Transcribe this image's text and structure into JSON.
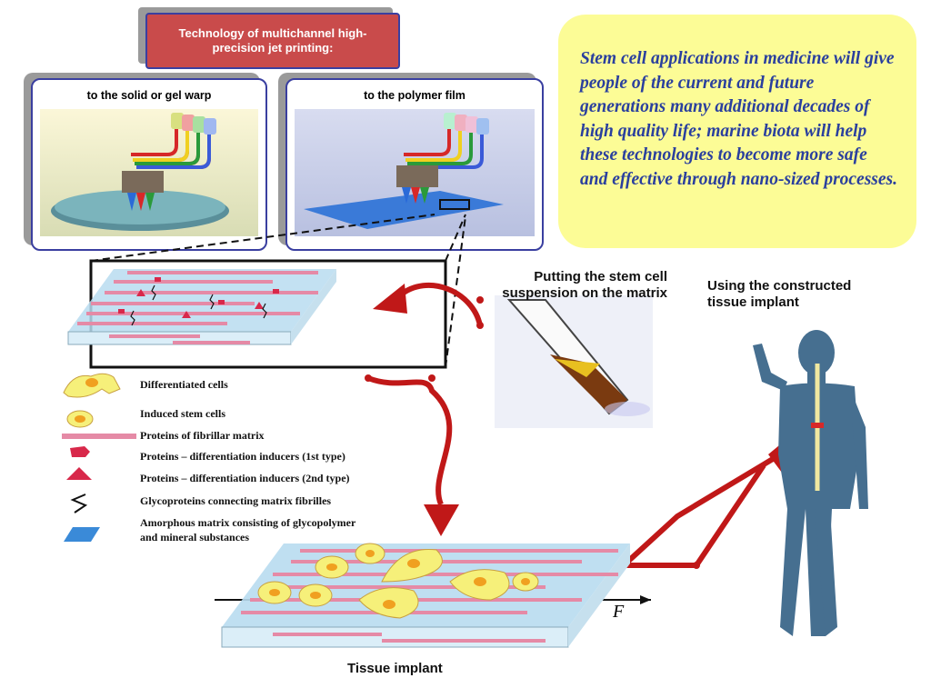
{
  "title": "Technology of multichannel high-precision jet printing:",
  "panels": [
    {
      "label": "to the solid or gel warp"
    },
    {
      "label": "to the polymer film"
    }
  ],
  "quote": "Stem cell applications in medicine will give people of the current and future generations many additional decades of high quality life; marine biota will help these technologies to become more safe and effective through nano-sized processes.",
  "labels": {
    "suspension": "Putting the stem cell suspension on the matrix",
    "implant_use": "Using the constructed tissue implant",
    "tissue_implant": "Tissue implant",
    "force": "F"
  },
  "legend": [
    {
      "label": "Differentiated cells",
      "icon": "differentiated-cell-icon"
    },
    {
      "label": "Induced stem cells",
      "icon": "stem-cell-icon"
    },
    {
      "label": "Proteins of fibrillar matrix",
      "icon": "fibril-icon"
    },
    {
      "label": "Proteins – differentiation inducers (1st type)",
      "icon": "inducer-1-icon"
    },
    {
      "label": "Proteins – differentiation inducers (2nd type)",
      "icon": "inducer-2-icon"
    },
    {
      "label": "Glycoproteins connecting matrix fibrilles",
      "icon": "glycoprotein-icon"
    },
    {
      "label": "Amorphous matrix  consisting of glycopolymer",
      "label2": "and mineral substances",
      "icon": "amorphous-matrix-icon"
    }
  ],
  "colors": {
    "title_bg": "#c94b4b",
    "panel_border": "#3a3fa0",
    "quote_bg": "#fcfc96",
    "quote_text": "#2a3f9e",
    "arrow": "#c01818",
    "body": "#466f90"
  }
}
